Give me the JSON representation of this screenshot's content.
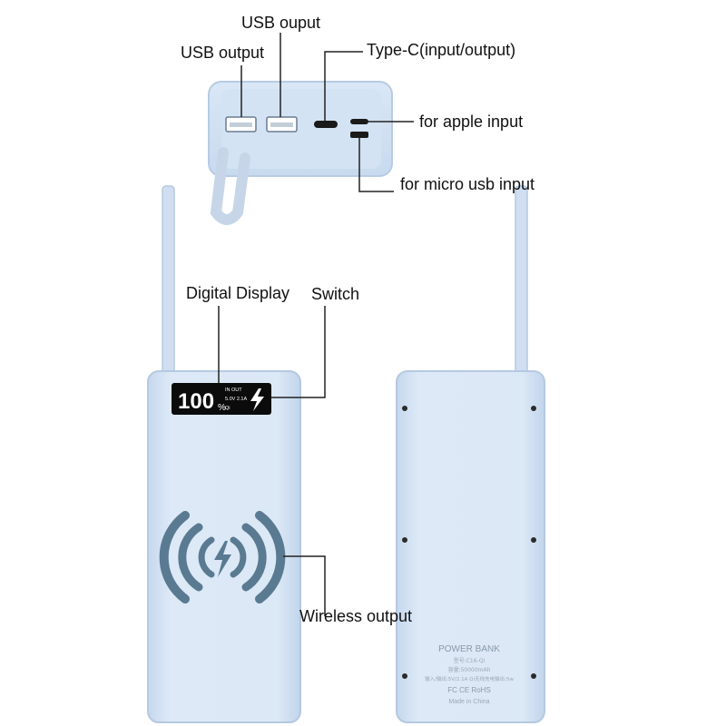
{
  "labels": {
    "usb_ouput": "USB ouput",
    "usb_output": "USB output",
    "type_c": "Type-C(input/output)",
    "apple_input": "for apple input",
    "micro_usb_input": "for micro usb input",
    "digital_display": "Digital Display",
    "switch": "Switch",
    "wireless_output": "Wireless output"
  },
  "display": {
    "percent": "100",
    "percent_sign": "%",
    "status_top": "IN OUT",
    "status_mid": "5.0V 2.1A",
    "status_bot": "Qi"
  },
  "back_label": {
    "brand": "POWER BANK",
    "model": "型号:C16-Qi",
    "capacity": "容量:50000mAh",
    "io": "输入/输出:5V/2.1A Qi无线充电输出:5w",
    "certs": "FC CE RoHS",
    "origin": "Made in China"
  },
  "colors": {
    "body": "#d7e6f6",
    "body_edge": "#bcd0e8",
    "ring": "#5a7a92",
    "leader": "#222222",
    "screen": "#0b0b0b"
  }
}
